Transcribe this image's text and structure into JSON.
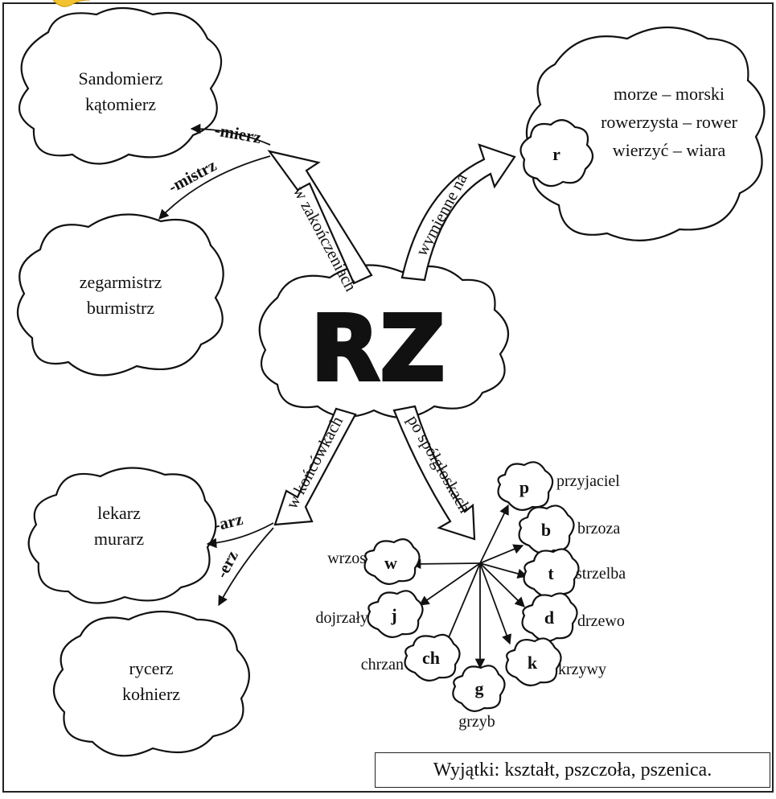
{
  "center": {
    "title": "RZ"
  },
  "branches": {
    "endings": {
      "arrow_label": "w zakończeniach",
      "suffix_mierz": "-mierz",
      "suffix_mistrz": "-mistrz",
      "words_mierz": [
        "Sandomierz",
        "kątomierz"
      ],
      "words_mistrz": [
        "zegarmistrz",
        "burmistrz"
      ]
    },
    "exchangeable": {
      "arrow_label": "wymienne na",
      "letter": "r",
      "pairs": [
        "morze – morski",
        "rowerzysta – rower",
        "wierzyć – wiara"
      ]
    },
    "word_endings": {
      "arrow_label": "w końcówkach",
      "suffix_arz": "-arz",
      "suffix_erz": "-erz",
      "words_arz": [
        "lekarz",
        "murarz"
      ],
      "words_erz": [
        "rycerz",
        "kołnierz"
      ]
    },
    "after_consonants": {
      "arrow_label": "po spółgłoskach",
      "items": [
        {
          "letter": "p",
          "word": "przyjaciel"
        },
        {
          "letter": "b",
          "word": "brzoza"
        },
        {
          "letter": "t",
          "word": "strzelba"
        },
        {
          "letter": "d",
          "word": "drzewo"
        },
        {
          "letter": "k",
          "word": "krzywy"
        },
        {
          "letter": "g",
          "word": "grzyb"
        },
        {
          "letter": "ch",
          "word": "chrzan"
        },
        {
          "letter": "j",
          "word": "dojrzały"
        },
        {
          "letter": "w",
          "word": "wrzos"
        }
      ]
    }
  },
  "exceptions": "Wyjątki: kształt, pszczoła, pszenica."
}
